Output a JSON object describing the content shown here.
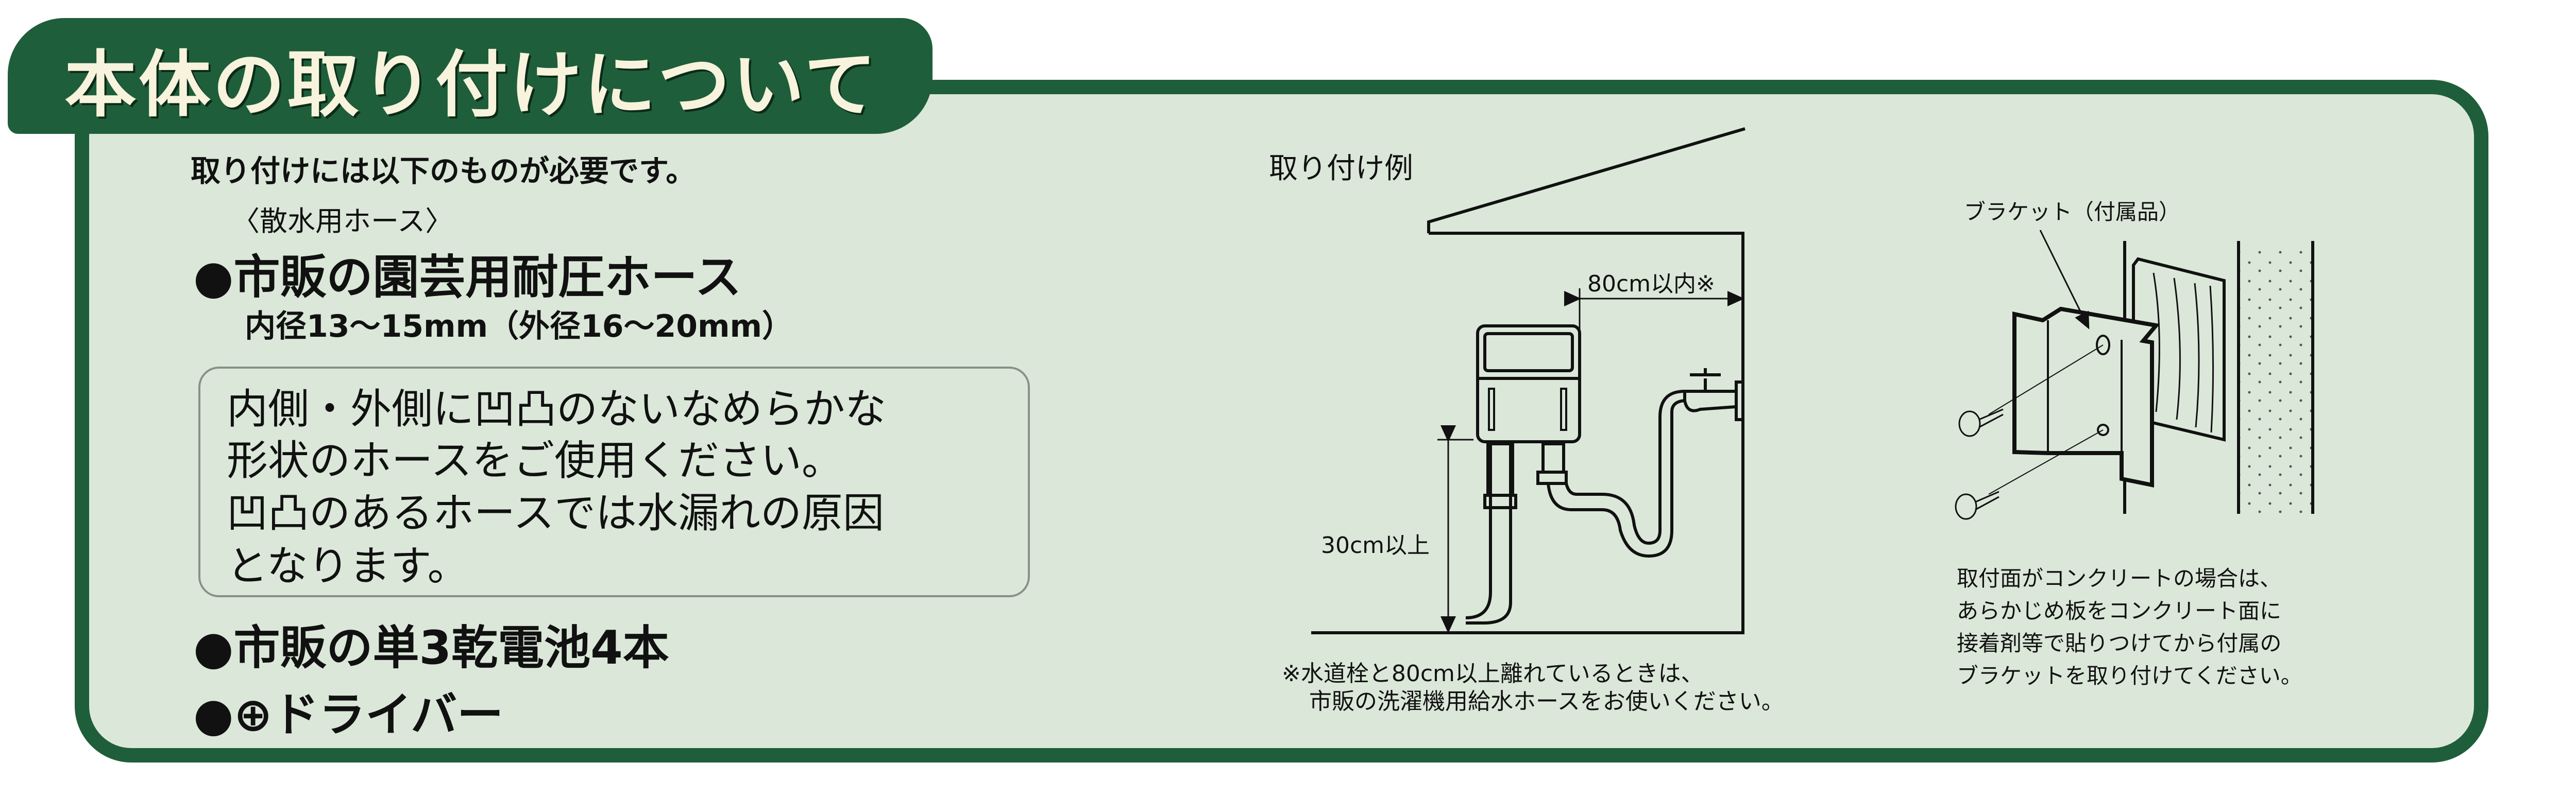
{
  "header": {
    "title": "本体の取り付けについて"
  },
  "requirements": {
    "intro": "取り付けには以下のものが必要です。",
    "hose_category": "〈散水用ホース〉",
    "items": [
      {
        "label": "●市販の園芸用耐圧ホース",
        "detail": "内径13～15mm（外径16～20mm）"
      },
      {
        "label": "●市販の単3乾電池4本"
      },
      {
        "label": "●⊕ドライバー"
      }
    ],
    "caution_lines": [
      "内側・外側に凹凸のないなめらかな",
      "形状のホースをご使用ください。",
      "凹凸のあるホースでは水漏れの原因",
      "となります。"
    ]
  },
  "example": {
    "title": "取り付け例",
    "distance_label": "80cm以内※",
    "height_label": "30cm以上",
    "note_lines": [
      "※水道栓と80cm以上離れているときは、",
      "市販の洗濯機用給水ホースをお使いください。"
    ]
  },
  "bracket": {
    "label": "ブラケット（付属品）",
    "note_lines": [
      "取付面がコンクリートの場合は、",
      "あらかじめ板をコンクリート面に",
      "接着剤等で貼りつけてから付属の",
      "ブラケットを取り付けてください。"
    ]
  },
  "colors": {
    "green": "#1f5e3a",
    "panel": "#dbe8d9",
    "title_text": "#f7f3dc"
  }
}
